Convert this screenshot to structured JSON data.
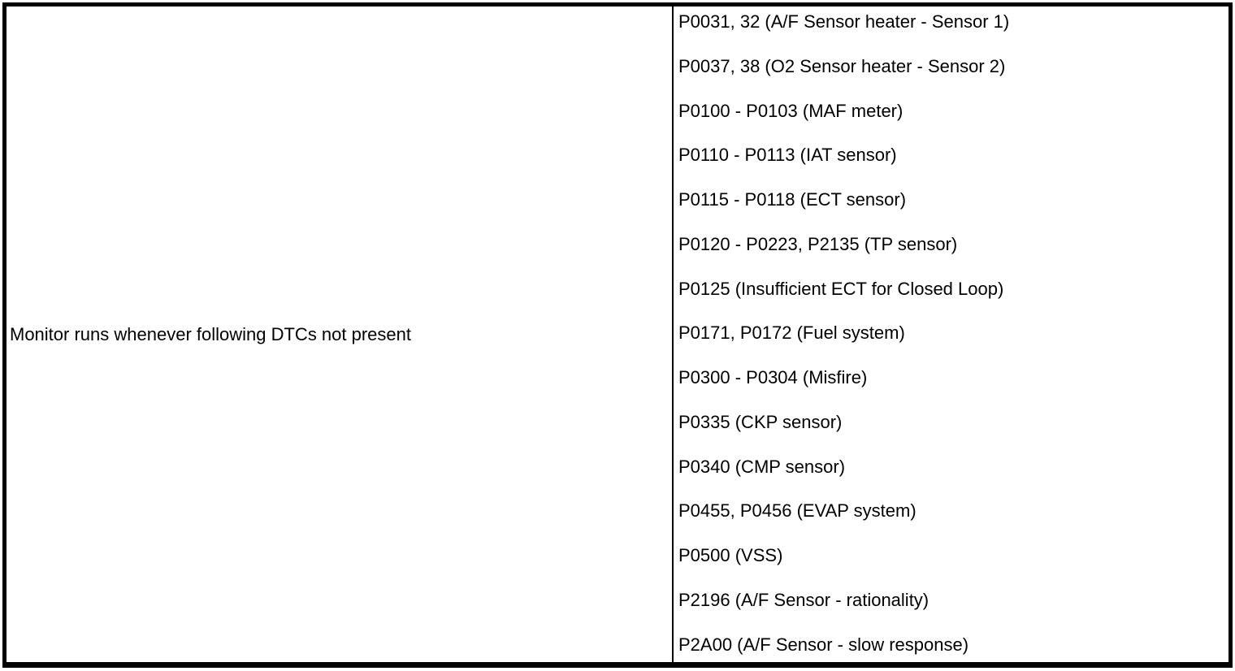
{
  "table": {
    "condition": {
      "text": "Monitor runs whenever following DTCs not present"
    },
    "dtc_list": [
      "P0031, 32 (A/F Sensor heater - Sensor 1)",
      "P0037, 38 (O2 Sensor heater - Sensor 2)",
      "P0100 - P0103 (MAF meter)",
      "P0110 - P0113 (IAT sensor)",
      "P0115 - P0118 (ECT sensor)",
      "P0120 - P0223, P2135 (TP sensor)",
      "P0125 (Insufficient ECT for Closed Loop)",
      "P0171, P0172 (Fuel system)",
      "P0300 - P0304 (Misfire)",
      "P0335 (CKP sensor)",
      "P0340 (CMP sensor)",
      "P0455, P0456 (EVAP system)",
      "P0500 (VSS)",
      "P2196 (A/F Sensor - rationality)",
      "P2A00 (A/F Sensor - slow response)"
    ],
    "colors": {
      "border": "#000000",
      "text": "#000000",
      "background": "#ffffff"
    }
  }
}
